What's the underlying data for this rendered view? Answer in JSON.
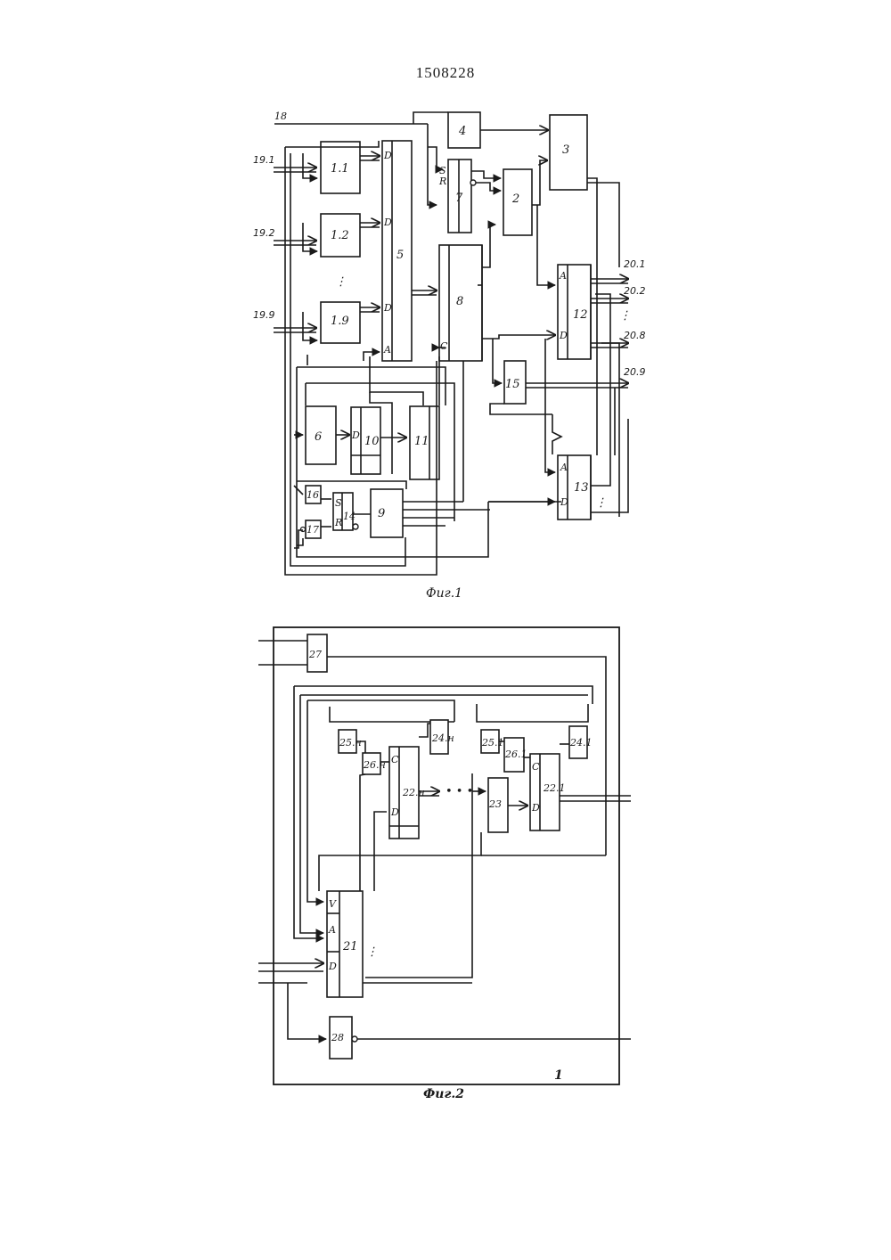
{
  "page": {
    "number": "1508228"
  },
  "fig1": {
    "caption": "Фиг.1",
    "blocks": {
      "b1_1": "1.1",
      "b1_2": "1.2",
      "b1_9": "1.9",
      "b2": "2",
      "b3": "3",
      "b4": "4",
      "b5": "5",
      "b6": "6",
      "b7": "7",
      "b8": "8",
      "b9": "9",
      "b10": "10",
      "b11": "11",
      "b12": "12",
      "b13": "13",
      "b14": "14",
      "b15": "15",
      "b16": "16",
      "b17": "17"
    },
    "signals": {
      "s18": "18",
      "s19_1": "19.1",
      "s19_2": "19.2",
      "s19_9": "19.9",
      "s20_1": "20.1",
      "s20_2": "20.2",
      "s20_8": "20.8",
      "s20_9": "20.9"
    },
    "pins": {
      "D": "D",
      "A": "A",
      "C": "C",
      "S": "S",
      "R": "R"
    },
    "ellipsis": "⋮"
  },
  "fig2": {
    "caption": "Фиг.2",
    "frame_label": "1",
    "blocks": {
      "b21": "21",
      "b22_1": "22.1",
      "b22_n": "22.н",
      "b23": "23",
      "b24_1": "24.1",
      "b24_n": "24.н",
      "b25_1": "25.1",
      "b25_n": "25.н",
      "b26_1": "26.1",
      "b26_n": "26.н",
      "b27": "27",
      "b28": "28"
    },
    "pins": {
      "V": "V",
      "A": "A",
      "D": "D",
      "C": "C"
    },
    "dots": "• • • •",
    "ellipsis": "⋮"
  }
}
